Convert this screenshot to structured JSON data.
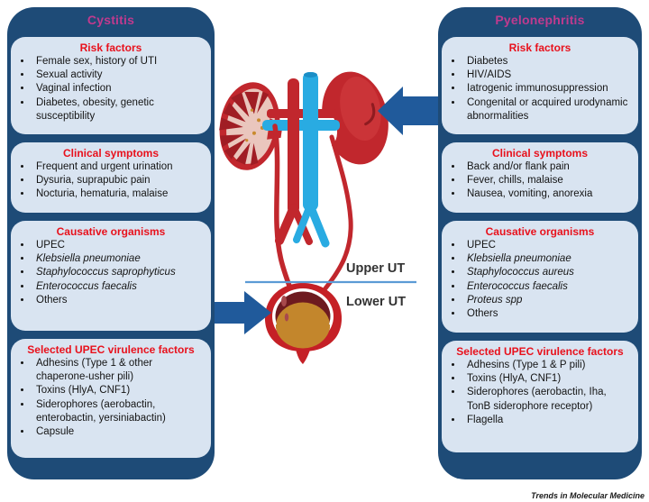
{
  "left_panel": {
    "title": "Cystitis",
    "sections": [
      {
        "title": "Risk factors",
        "items": [
          {
            "text": "Female sex, history of UTI"
          },
          {
            "text": "Sexual activity"
          },
          {
            "text": "Vaginal infection"
          },
          {
            "text": "Diabetes, obesity, genetic susceptibility"
          }
        ]
      },
      {
        "title": "Clinical symptoms",
        "items": [
          {
            "text": "Frequent and urgent urination"
          },
          {
            "text": "Dysuria, suprapubic pain"
          },
          {
            "text": "Nocturia, hematuria, malaise"
          }
        ]
      },
      {
        "title": "Causative organisms",
        "items": [
          {
            "text": "UPEC"
          },
          {
            "text": "Klebsiella pneumoniae",
            "italic": true
          },
          {
            "text": "Staphylococcus saprophyticus",
            "italic": true
          },
          {
            "text": "Enterococcus faecalis",
            "italic": true
          },
          {
            "text": "Others"
          }
        ]
      },
      {
        "title": "Selected UPEC virulence factors",
        "items": [
          {
            "text": "Adhesins (Type 1 & other chaperone-usher pili)"
          },
          {
            "text": "Toxins (HlyA, CNF1)"
          },
          {
            "text": "Siderophores (aerobactin, enterobactin, yersiniabactin)"
          },
          {
            "text": "Capsule"
          }
        ]
      }
    ]
  },
  "right_panel": {
    "title": "Pyelonephritis",
    "sections": [
      {
        "title": "Risk factors",
        "items": [
          {
            "text": "Diabetes"
          },
          {
            "text": "HIV/AIDS"
          },
          {
            "text": "Iatrogenic immunosuppression"
          },
          {
            "text": "Congenital or acquired urodynamic abnormalities"
          }
        ]
      },
      {
        "title": "Clinical symptoms",
        "items": [
          {
            "text": "Back and/or flank pain"
          },
          {
            "text": "Fever, chills, malaise"
          },
          {
            "text": "Nausea, vomiting, anorexia"
          }
        ]
      },
      {
        "title": "Causative organisms",
        "items": [
          {
            "text": "UPEC"
          },
          {
            "text": "Klebsiella pneumoniae",
            "italic": true
          },
          {
            "text": "Staphylococcus aureus",
            "italic": true
          },
          {
            "text": "Enterococcus faecalis",
            "italic": true
          },
          {
            "text": "Proteus spp",
            "italic": true
          },
          {
            "text": "Others"
          }
        ]
      },
      {
        "title": "Selected UPEC virulence factors",
        "items": [
          {
            "text": "Adhesins (Type 1 & P pili)"
          },
          {
            "text": "Toxins (HlyA, CNF1)"
          },
          {
            "text": "Siderophores (aerobactin, Iha, TonB siderophore receptor)"
          },
          {
            "text": "Flagella"
          }
        ]
      }
    ]
  },
  "diagram": {
    "upper_label": "Upper UT",
    "lower_label": "Lower UT"
  },
  "footer": {
    "credit": "Trends in Molecular Medicine"
  },
  "colors": {
    "panel_blue": "#1e4b77",
    "box_blue": "#d9e4f1",
    "heading_red": "#e8111c",
    "title_magenta": "#c03a8e",
    "arrow_blue": "#205a9b",
    "organ_red": "#c1272d",
    "vessel_blue": "#29abe2",
    "divider_blue": "#5b9bd5",
    "urine_amber": "#c3862c"
  }
}
